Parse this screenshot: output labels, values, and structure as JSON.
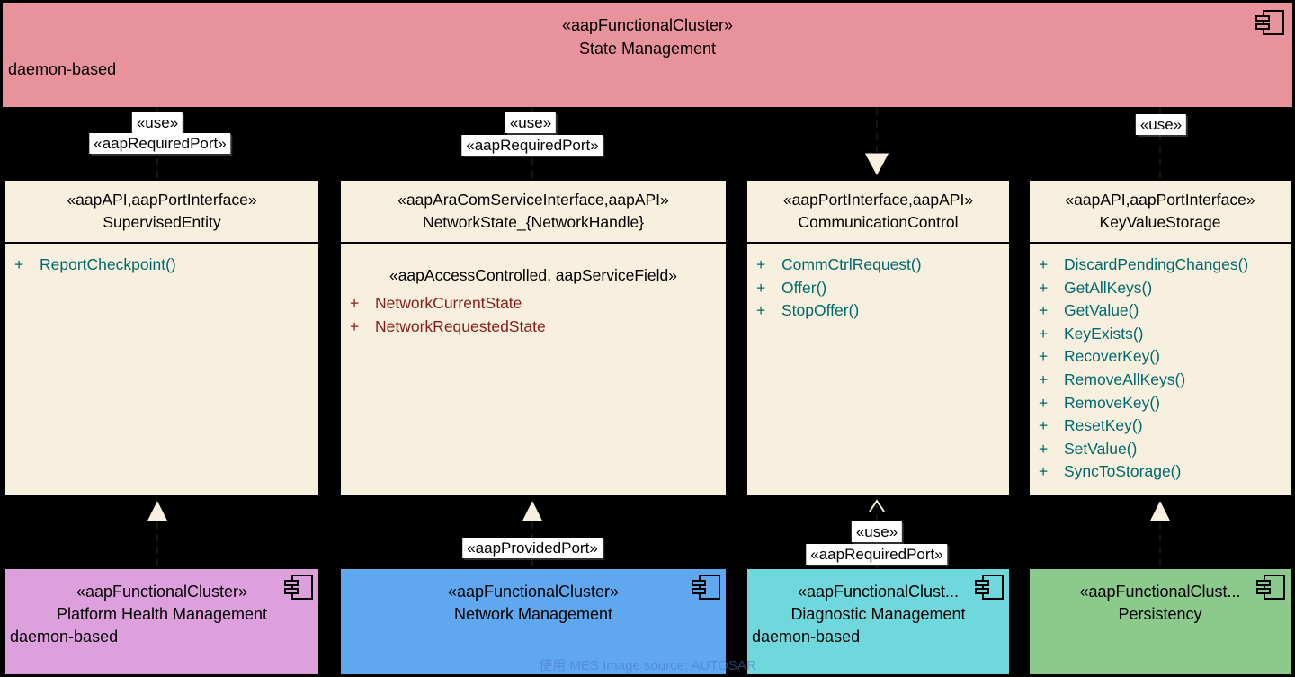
{
  "top_cluster": {
    "stereotype": "«aapFunctionalCluster»",
    "name": "State Management",
    "note": "daemon-based"
  },
  "labels": {
    "use_left": "«use»",
    "port_left": "«aapRequiredPort»",
    "use_center": "«use»",
    "port_center": "«aapRequiredPort»",
    "use_right": "«use»",
    "provided_port": "«aapProvidedPort»",
    "use_diag": "«use»",
    "port_diag": "«aapRequiredPort»"
  },
  "interfaces": [
    {
      "stereotype": "«aapAPI,aapPortInterface»",
      "name": "SupervisedEntity",
      "members": [
        {
          "prefix": "+",
          "label": "ReportCheckpoint()",
          "kind": "method"
        }
      ]
    },
    {
      "stereotype": "«aapAraComServiceInterface,aapAPI»",
      "name": "NetworkState_{NetworkHandle}",
      "section": "«aapAccessControlled, aapServiceField»",
      "members": [
        {
          "prefix": "+",
          "label": "NetworkCurrentState",
          "kind": "field"
        },
        {
          "prefix": "+",
          "label": "NetworkRequestedState",
          "kind": "field"
        }
      ]
    },
    {
      "stereotype": "«aapPortInterface,aapAPI»",
      "name": "CommunicationControl",
      "members": [
        {
          "prefix": "+",
          "label": "CommCtrlRequest()",
          "kind": "method"
        },
        {
          "prefix": "+",
          "label": "Offer()",
          "kind": "method"
        },
        {
          "prefix": "+",
          "label": "StopOffer()",
          "kind": "method"
        }
      ]
    },
    {
      "stereotype": "«aapAPI,aapPortInterface»",
      "name": "KeyValueStorage",
      "members": [
        {
          "prefix": "+",
          "label": "DiscardPendingChanges()",
          "kind": "method"
        },
        {
          "prefix": "+",
          "label": "GetAllKeys()",
          "kind": "method"
        },
        {
          "prefix": "+",
          "label": "GetValue()",
          "kind": "method"
        },
        {
          "prefix": "+",
          "label": "KeyExists()",
          "kind": "method"
        },
        {
          "prefix": "+",
          "label": "RecoverKey()",
          "kind": "method"
        },
        {
          "prefix": "+",
          "label": "RemoveAllKeys()",
          "kind": "method"
        },
        {
          "prefix": "+",
          "label": "RemoveKey()",
          "kind": "method"
        },
        {
          "prefix": "+",
          "label": "ResetKey()",
          "kind": "method"
        },
        {
          "prefix": "+",
          "label": "SetValue()",
          "kind": "method"
        },
        {
          "prefix": "+",
          "label": "SyncToStorage()",
          "kind": "method"
        }
      ]
    }
  ],
  "clusters": [
    {
      "stereotype": "«aapFunctionalCluster»",
      "name": "Platform Health Management",
      "note": "daemon-based"
    },
    {
      "stereotype": "«aapFunctionalCluster»",
      "name": "Network Management",
      "note": ""
    },
    {
      "stereotype": "«aapFunctionalClust...",
      "name": "Diagnostic Management",
      "note": "daemon-based"
    },
    {
      "stereotype": "«aapFunctionalClust...",
      "name": "Persistency",
      "note": ""
    }
  ],
  "colors": {
    "state_management_bg": "#e8929b",
    "interface_bg": "#f7f0de",
    "platform_health_bg": "#dda0dd",
    "network_mgmt_bg": "#5fa8f0",
    "diagnostic_mgmt_bg": "#6fd8dc",
    "persistency_bg": "#8cc98c",
    "method_text": "#00696d",
    "field_text": "#8b1a1a"
  },
  "watermark": "使用 MES Image source: AUTOSAR"
}
